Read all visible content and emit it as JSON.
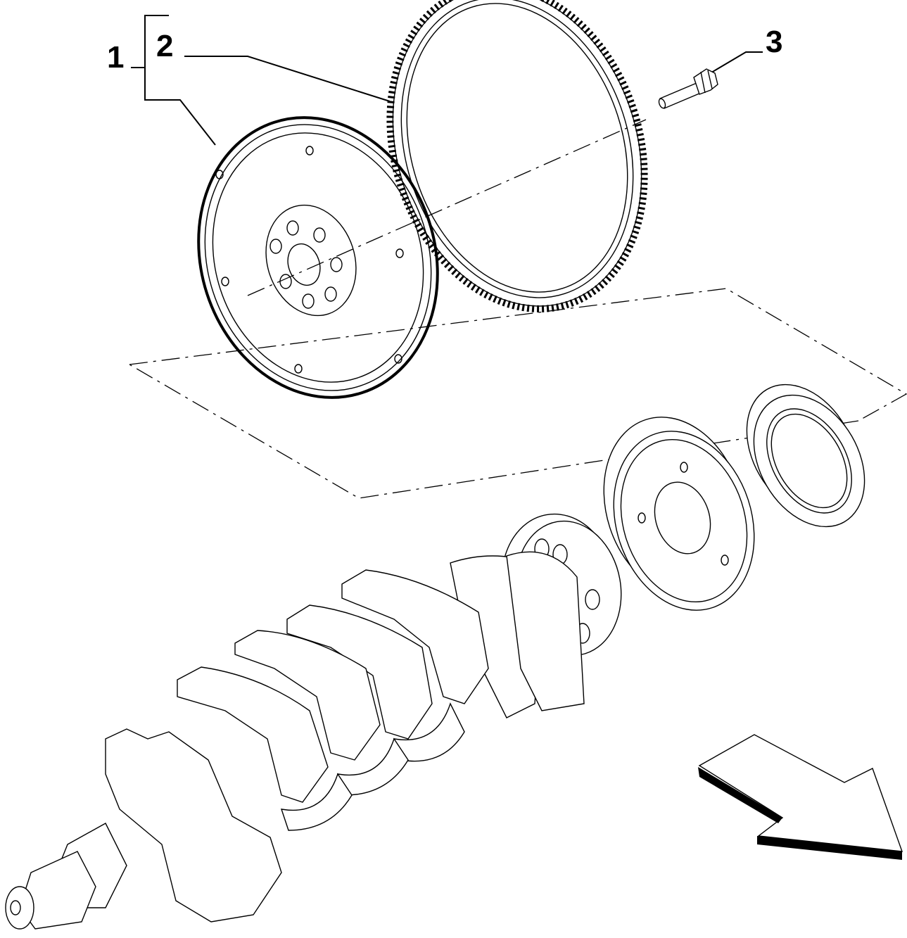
{
  "callouts": {
    "assembly": "1",
    "ring_gear": "2",
    "bolt": "3"
  },
  "icons": {
    "direction_arrow": "arrow-down-right-icon"
  },
  "colors": {
    "line": "#000000",
    "background": "#ffffff"
  }
}
